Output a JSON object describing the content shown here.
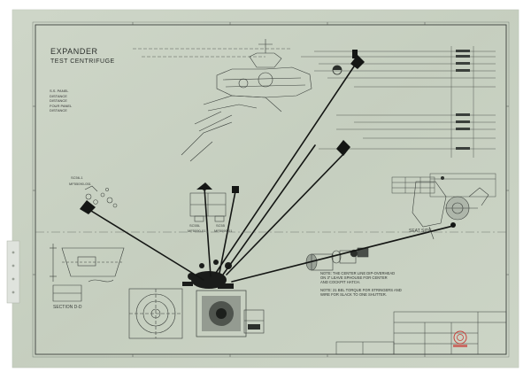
{
  "drawing": {
    "title": "EXPANDER",
    "subtitle": "TEST CENTRIFUGE",
    "legend": [
      "S.S. PANEL",
      "DISTANCE",
      "DISTANCE",
      "FOUR PANEL",
      "DISTANCE"
    ],
    "labels": {
      "seat_side": "SEAT SIDE",
      "section": "SECTION D-D",
      "callout_a": "SC56-1",
      "callout_a2": "MF55090-051",
      "callout_b": "SC55L",
      "callout_b2": "MF5090-01",
      "callout_c": "SC55",
      "callout_c2": "MF5090-01"
    },
    "notes": [
      "NOTE: THE CENTER LINE DIP-OVERHEAD",
      "ON 3\"  LEAVE SPHOUSE FOR CENTER",
      "AND COCKPIT HATCH.",
      "NOTE: 21 BEL TORQUE FOR STRINGERS AND",
      "WIRE FOR SLACK TO ONE SHUTTER."
    ],
    "colors": {
      "paper": "#c9d2c3",
      "line": "#3b403c",
      "wire": "#141614",
      "stamp": "#c8403a"
    }
  }
}
